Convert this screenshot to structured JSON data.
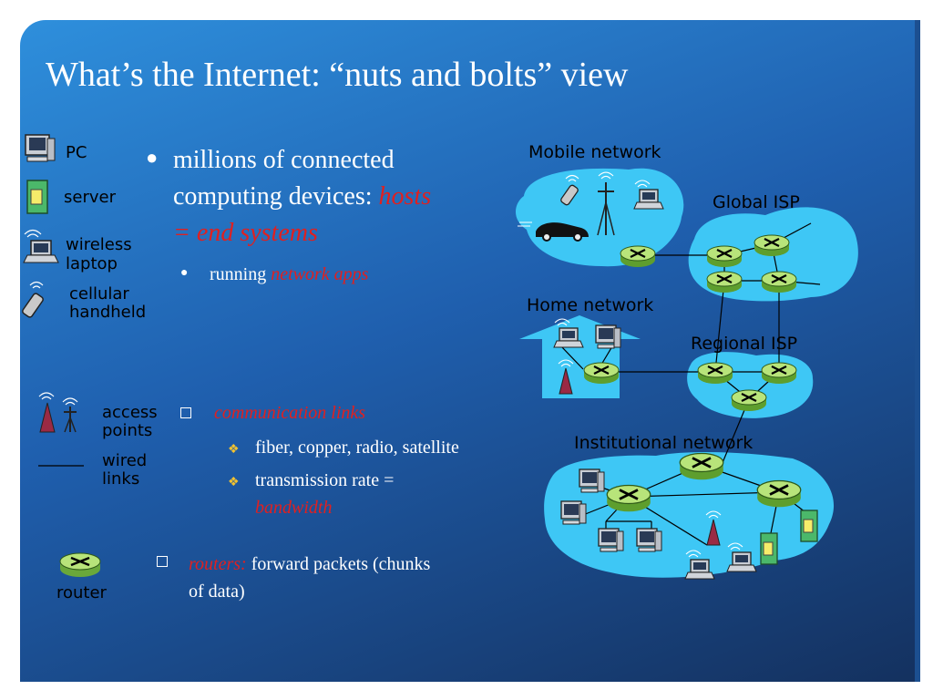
{
  "title": "What’s the Internet: “nuts and bolts” view",
  "legend": {
    "pc": "PC",
    "server": "server",
    "wireless_laptop_1": "wireless",
    "wireless_laptop_2": "laptop",
    "cellular_1": "cellular",
    "cellular_2": "handheld",
    "access_1": "access",
    "access_2": "points",
    "wired_1": "wired",
    "wired_2": "links",
    "router": "router"
  },
  "bullets": {
    "hosts_line1": "millions of connected",
    "hosts_line2": "computing devices: ",
    "hosts_em": "hosts",
    "hosts_line3": "= end systems",
    "running": "running ",
    "running_em": "network apps",
    "links_em": "communication links",
    "links_sub1": "fiber, copper, radio, satellite",
    "links_sub2": "transmission rate =",
    "links_sub2_em": "bandwidth",
    "routers_em": "routers:",
    "routers_text1": " forward packets (chunks",
    "routers_text2": "of data)"
  },
  "networks": {
    "mobile": "Mobile network",
    "global_isp": "Global ISP",
    "home": "Home network",
    "regional_isp": "Regional ISP",
    "institutional": "Institutional network"
  },
  "colors": {
    "cloud": "#3ec7f5",
    "router": "#9bd35b",
    "emphasis": "#e02020",
    "title": "#ffffff"
  }
}
